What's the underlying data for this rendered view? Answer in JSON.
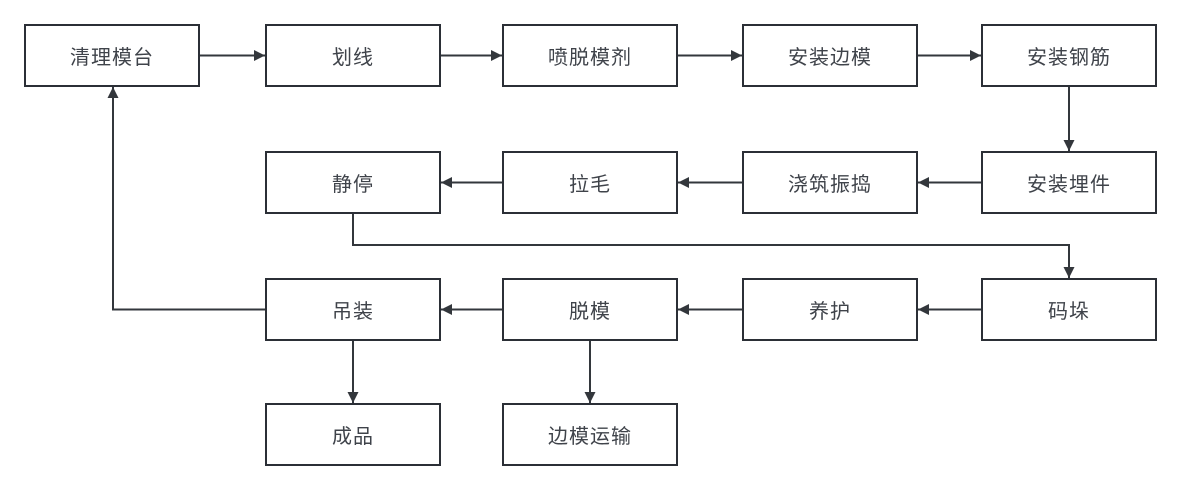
{
  "diagram": {
    "type": "flowchart",
    "title": "precast concrete production process",
    "colors": {
      "background": "#ffffff",
      "box_border": "#2b2f36",
      "line": "#33373c",
      "text": "#3f434a"
    },
    "nodes": [
      {
        "id": "clean-mold-table",
        "label": "清理模台",
        "row": 1,
        "col": 1
      },
      {
        "id": "marking",
        "label": "划线",
        "row": 1,
        "col": 2
      },
      {
        "id": "spray-release-agent",
        "label": "喷脱模剂",
        "row": 1,
        "col": 3
      },
      {
        "id": "install-side-molds",
        "label": "安装边模",
        "row": 1,
        "col": 4
      },
      {
        "id": "install-rebar",
        "label": "安装钢筋",
        "row": 1,
        "col": 5
      },
      {
        "id": "resting",
        "label": "静停",
        "row": 2,
        "col": 2
      },
      {
        "id": "roughening",
        "label": "拉毛",
        "row": 2,
        "col": 3
      },
      {
        "id": "pour-and-vibrate",
        "label": "浇筑振捣",
        "row": 2,
        "col": 4
      },
      {
        "id": "install-embeds",
        "label": "安装埋件",
        "row": 2,
        "col": 5
      },
      {
        "id": "hoisting",
        "label": "吊装",
        "row": 3,
        "col": 2
      },
      {
        "id": "demolding",
        "label": "脱模",
        "row": 3,
        "col": 3
      },
      {
        "id": "curing",
        "label": "养护",
        "row": 3,
        "col": 4
      },
      {
        "id": "stacking",
        "label": "码垛",
        "row": 3,
        "col": 5
      },
      {
        "id": "finished-product",
        "label": "成品",
        "row": 4,
        "col": 2
      },
      {
        "id": "side-mold-transport",
        "label": "边模运输",
        "row": 4,
        "col": 3
      }
    ],
    "edges": [
      {
        "from": "clean-mold-table",
        "to": "marking",
        "shape": "straight-right"
      },
      {
        "from": "marking",
        "to": "spray-release-agent",
        "shape": "straight-right"
      },
      {
        "from": "spray-release-agent",
        "to": "install-side-molds",
        "shape": "straight-right"
      },
      {
        "from": "install-side-molds",
        "to": "install-rebar",
        "shape": "straight-right"
      },
      {
        "from": "install-rebar",
        "to": "install-embeds",
        "shape": "straight-down"
      },
      {
        "from": "install-embeds",
        "to": "pour-and-vibrate",
        "shape": "straight-left"
      },
      {
        "from": "pour-and-vibrate",
        "to": "roughening",
        "shape": "straight-left"
      },
      {
        "from": "roughening",
        "to": "resting",
        "shape": "straight-left"
      },
      {
        "from": "resting",
        "to": "stacking",
        "shape": "elbow-down-right-down"
      },
      {
        "from": "stacking",
        "to": "curing",
        "shape": "straight-left"
      },
      {
        "from": "curing",
        "to": "demolding",
        "shape": "straight-left"
      },
      {
        "from": "demolding",
        "to": "hoisting",
        "shape": "straight-left"
      },
      {
        "from": "hoisting",
        "to": "clean-mold-table",
        "shape": "elbow-left-up"
      },
      {
        "from": "hoisting",
        "to": "finished-product",
        "shape": "straight-down"
      },
      {
        "from": "demolding",
        "to": "side-mold-transport",
        "shape": "straight-down"
      }
    ]
  }
}
